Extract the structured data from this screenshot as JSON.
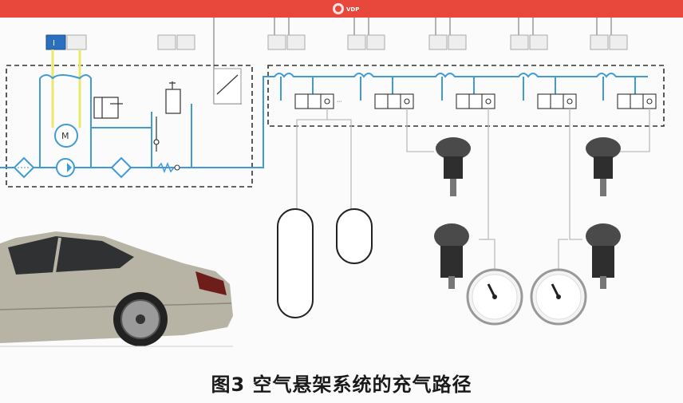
{
  "caption": "图3 空气悬架系统的充气路径",
  "top_bar": {
    "label": "VDP",
    "color": "#e8483c"
  },
  "motor": {
    "label": "M"
  },
  "colors": {
    "air_line": "#3f9ad8",
    "power_line": "#e9e86a",
    "signal_line": "#9a9a9a",
    "dashed_frame": "#333333",
    "connector_blue": "#2a6fc0"
  },
  "connectors": [
    "I"
  ],
  "valve_block_count": 5,
  "pressure_gauges": 2,
  "air_springs": 4,
  "reservoirs": 2
}
